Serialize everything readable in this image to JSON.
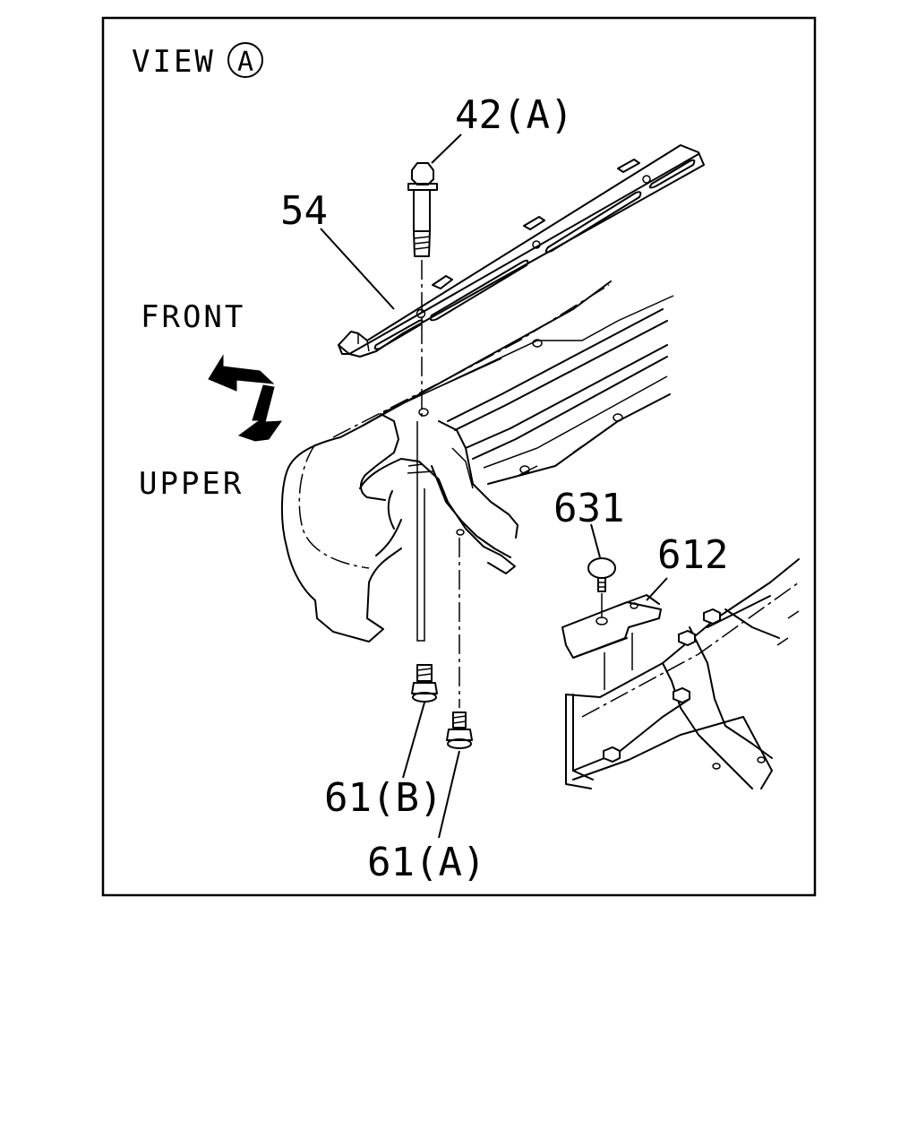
{
  "view": {
    "title": "VIEW",
    "marker": "A"
  },
  "directions": {
    "front": "FRONT",
    "upper": "UPPER"
  },
  "callouts": {
    "p42a": "42(A)",
    "p54": "54",
    "p631": "631",
    "p612": "612",
    "p61b": "61(B)",
    "p61a": "61(A)"
  }
}
